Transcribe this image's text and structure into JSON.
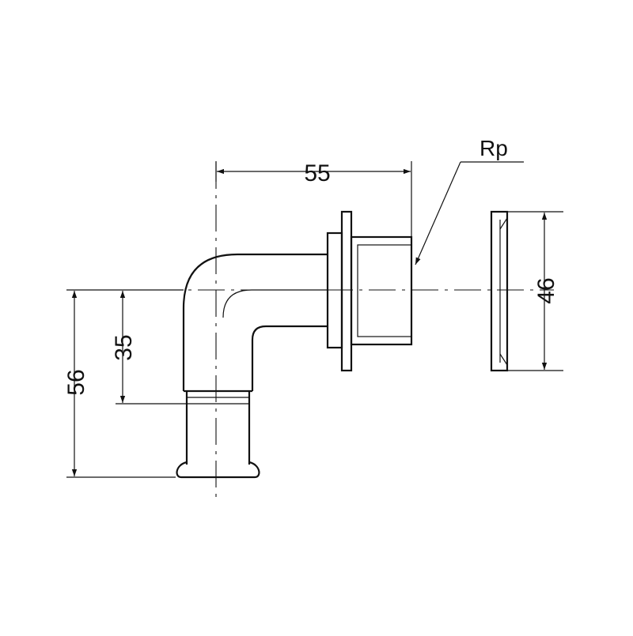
{
  "diagram": {
    "dimensions": {
      "width_top": "55",
      "height_outer": "56",
      "height_inner": "35",
      "diameter_right": "46"
    },
    "thread_label": "Rp",
    "colors": {
      "line": "#111111",
      "background": "#ffffff"
    }
  }
}
